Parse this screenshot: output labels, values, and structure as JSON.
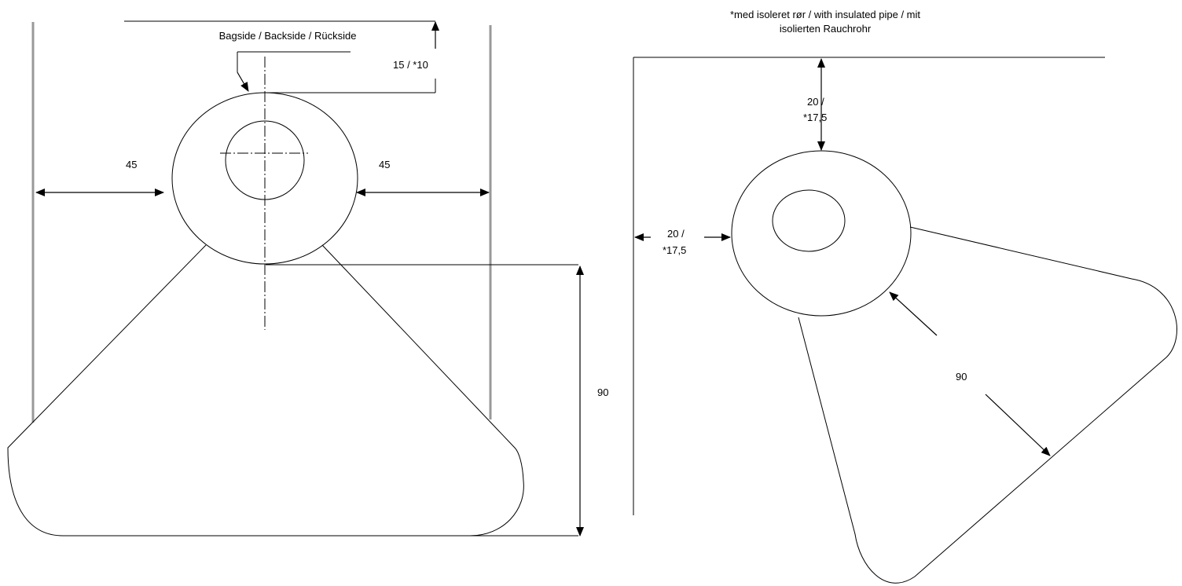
{
  "left_view": {
    "backside_label": "Bagside / Backside / Rückside",
    "top_clearance": "15 / *10",
    "side_left": "45",
    "side_right": "45",
    "front_depth": "90"
  },
  "right_view": {
    "note_line1": "*med isoleret rør / with insulated pipe / mit",
    "note_line2": "isolierten Rauchrohr",
    "rear_clearance_line1": "20 /",
    "rear_clearance_line2": "*17,5",
    "side_clearance_line1": "20 /",
    "side_clearance_line2": "*17,5",
    "front_depth": "90"
  },
  "colors": {
    "lines": "#000000",
    "walls": "#999999"
  }
}
